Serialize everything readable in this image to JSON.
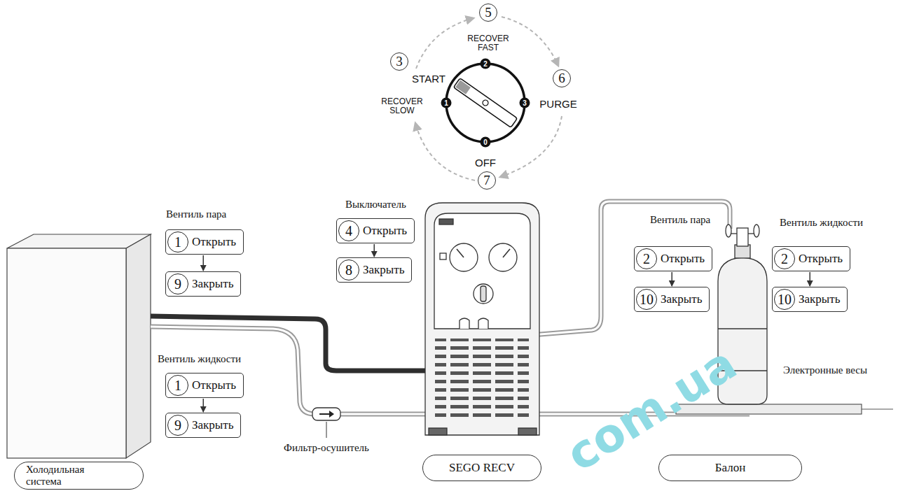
{
  "diagram": {
    "nodes": [
      {
        "text": [
          "1",
          "Открыть"
        ]
      },
      {
        "text": [
          "9",
          "Закрыть"
        ]
      },
      {
        "text": [
          "4",
          "Открыть"
        ]
      },
      {
        "text": [
          "8",
          "Закрыть"
        ]
      },
      {
        "text": [
          "2",
          "Открыть"
        ]
      },
      {
        "text": [
          "10",
          "Закрыть"
        ]
      },
      {
        "text": [
          "2",
          "Открыть"
        ]
      },
      {
        "text": [
          "10",
          "Закрыть"
        ]
      },
      {
        "text": [
          "1",
          "Открыть"
        ]
      },
      {
        "text": [
          "9",
          "Закрыть"
        ]
      },
      {
        "text": [
          "Холодильная система"
        ]
      },
      {
        "text": [
          "SEGO RECV"
        ]
      },
      {
        "text": [
          "Балон"
        ]
      }
    ],
    "edges": [
      {
        "from": 0,
        "to": 1,
        "arrow": "to"
      },
      {
        "from": 2,
        "to": 3,
        "arrow": "to"
      },
      {
        "from": 4,
        "to": 5,
        "arrow": "to"
      },
      {
        "from": 6,
        "to": 7,
        "arrow": "to"
      },
      {
        "from": 8,
        "to": 9,
        "arrow": "to"
      }
    ],
    "labels": [
      "5",
      "RECOVER FAST",
      "3",
      "START",
      "6",
      "PURGE",
      "RECOVER SLOW",
      "2",
      "1",
      "3",
      "0",
      "OFF",
      "7",
      "Вентиль пара",
      "Выключатель",
      "Вентиль пара",
      "Вентиль жидкости",
      "Вентиль жидкости",
      "Электронные весы",
      "Фильтр-осушитель",
      "com.ua"
    ]
  }
}
